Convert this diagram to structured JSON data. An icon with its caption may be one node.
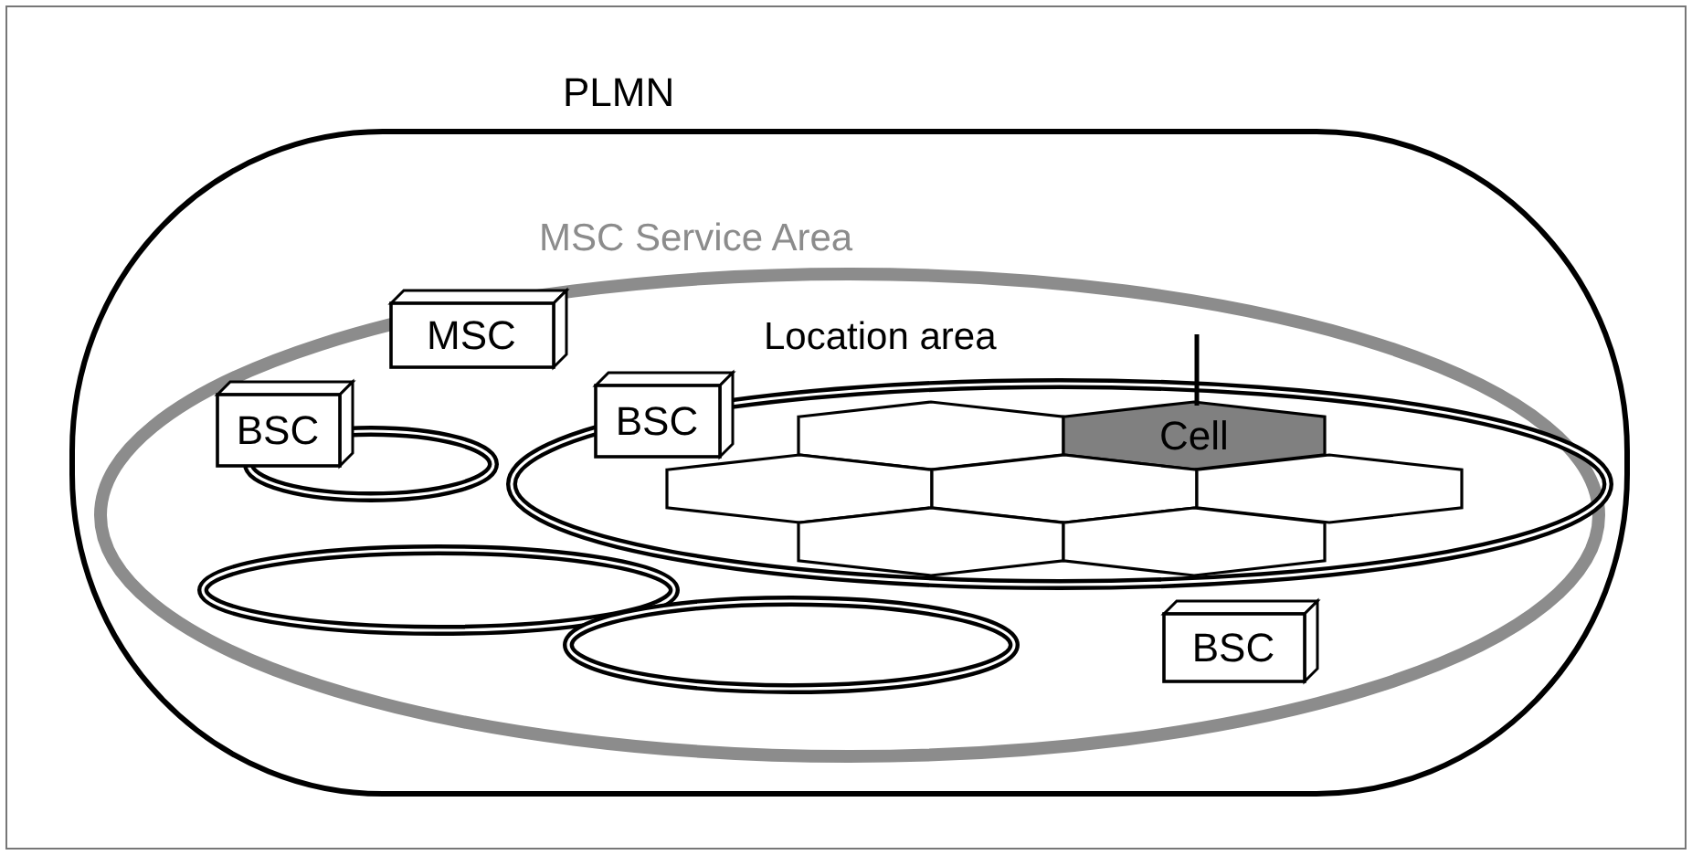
{
  "diagram": {
    "nodes": [
      {
        "text": [
          "PLMN"
        ]
      },
      {
        "text": [
          "MSC Service Area"
        ],
        "in": 0
      },
      {
        "text": [
          "MSC"
        ],
        "in": 1
      },
      {
        "text": [
          "Location area"
        ],
        "in": 1
      },
      {
        "text": [
          "BSC"
        ],
        "in": 1
      },
      {
        "text": [
          "BSC"
        ],
        "in": 3
      },
      {
        "text": [],
        "shape": "ellipse",
        "in": 1
      },
      {
        "text": [],
        "shape": "hexagon",
        "in": 3
      },
      {
        "text": [
          "Cell"
        ],
        "in": 3
      },
      {
        "text": [],
        "shape": "hexagon",
        "in": 3
      },
      {
        "text": [],
        "shape": "hexagon",
        "in": 3
      },
      {
        "text": [],
        "shape": "hexagon",
        "in": 3
      },
      {
        "text": [],
        "shape": "hexagon",
        "in": 3
      },
      {
        "text": [],
        "shape": "hexagon",
        "in": 3
      },
      {
        "text": [],
        "shape": "ellipse",
        "in": 1
      },
      {
        "text": [],
        "shape": "ellipse",
        "in": 1
      },
      {
        "text": [
          "BSC"
        ],
        "in": 1
      }
    ],
    "edges": [
      {
        "from": null,
        "to": 8,
        "arrow": "none"
      }
    ]
  }
}
